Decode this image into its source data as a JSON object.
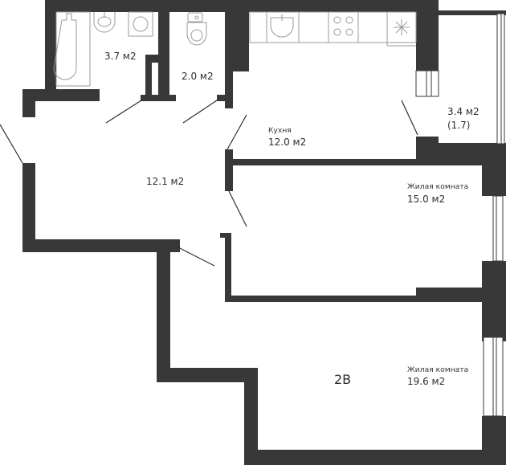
{
  "plan": {
    "unit_code": "2B",
    "wall_color": "#383838",
    "fixture_color": "#9a9a9a",
    "rooms": [
      {
        "id": "bathroom",
        "name": "",
        "area": "3.7 м2"
      },
      {
        "id": "toilet",
        "name": "",
        "area": "2.0 м2"
      },
      {
        "id": "hallway",
        "name": "",
        "area": "12.1 м2"
      },
      {
        "id": "kitchen",
        "name": "Кухня",
        "area": "12.0 м2"
      },
      {
        "id": "balcony",
        "name": "",
        "area": "3.4 м2",
        "note": "(1.7)"
      },
      {
        "id": "living-room-1",
        "name": "Жилая комната",
        "area": "15.0 м2"
      },
      {
        "id": "living-room-2",
        "name": "Жилая комната",
        "area": "19.6 м2"
      }
    ]
  }
}
